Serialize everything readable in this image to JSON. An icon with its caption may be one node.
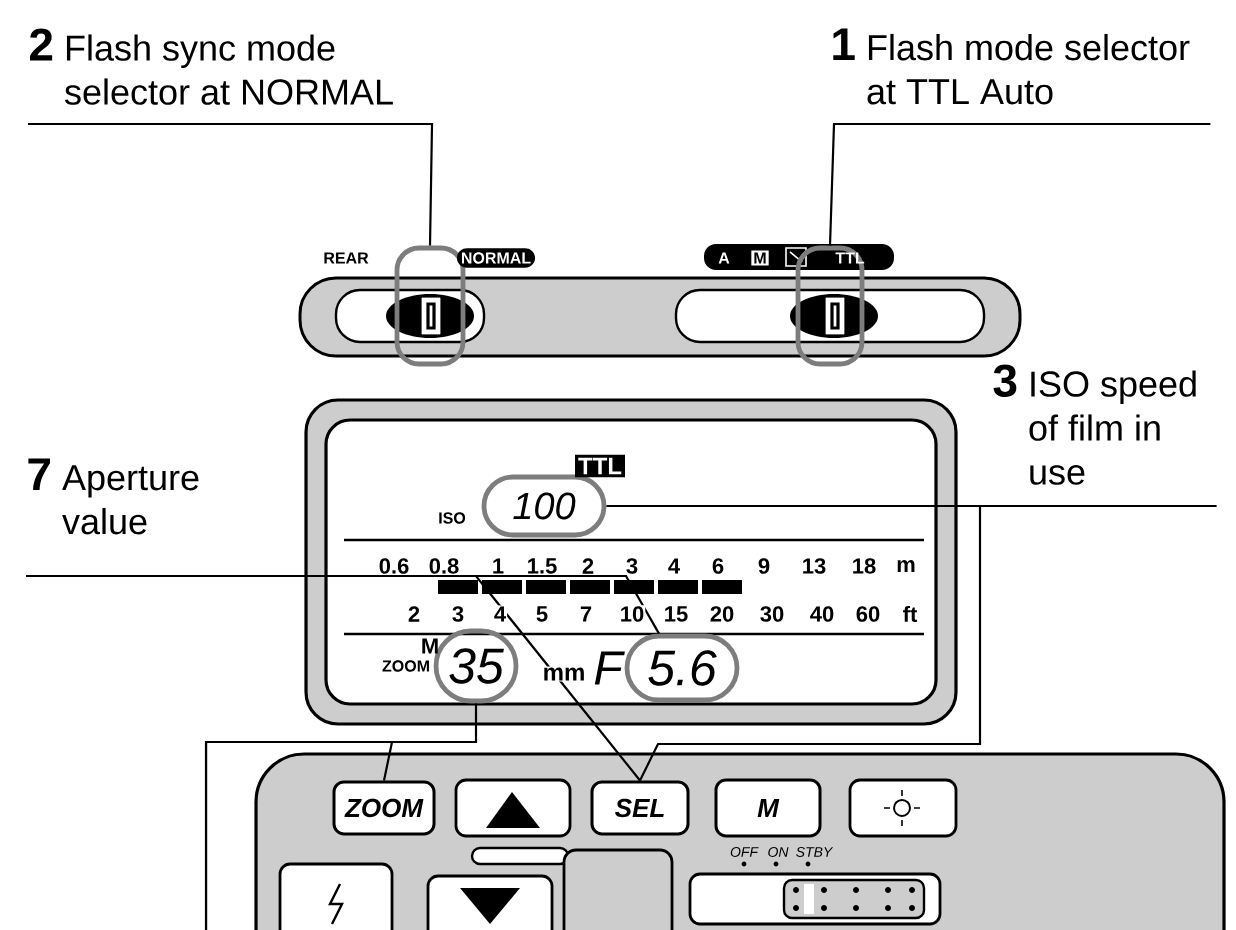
{
  "diagram": {
    "nodes": [
      {
        "text": [
          "2",
          "Flash sync mode selector at NORMAL"
        ]
      },
      {
        "text": [
          "1",
          "Flash mode selector at TTL Auto"
        ]
      },
      {
        "text": [],
        "shape": "box"
      },
      {
        "text": [],
        "shape": "box"
      },
      {
        "text": [
          "3",
          "ISO speed of film in use"
        ]
      },
      {
        "text": [
          "100"
        ]
      },
      {
        "text": [
          "7",
          "Aperture value"
        ]
      },
      {
        "text": [
          "5.6"
        ]
      },
      {
        "text": [
          "35"
        ]
      },
      {
        "text": [
          "ZOOM"
        ]
      },
      {
        "text": [
          "SEL"
        ]
      },
      {
        "text": [],
        "shape": "box"
      },
      {
        "text": [
          "M"
        ]
      },
      {
        "text": [],
        "shape": "box"
      },
      {
        "text": [],
        "shape": "box"
      },
      {
        "text": [],
        "shape": "box"
      }
    ],
    "edges": [
      {
        "from": 0,
        "to": 2,
        "arrow": "none"
      },
      {
        "from": 1,
        "to": 3,
        "arrow": "none"
      },
      {
        "from": 4,
        "to": 5,
        "arrow": "none"
      },
      {
        "from": 4,
        "to": 10,
        "arrow": "none"
      },
      {
        "from": 6,
        "to": 7,
        "arrow": "none"
      },
      {
        "from": 6,
        "to": 10,
        "arrow": "none"
      },
      {
        "from": null,
        "to": 8,
        "arrow": "none"
      },
      {
        "from": null,
        "to": 9,
        "arrow": "none"
      }
    ],
    "labels": [
      "REAR",
      "NORMAL",
      "A",
      "M",
      "TTL",
      "TTL",
      "ISO",
      "0.6",
      "0.8",
      "1",
      "1.5",
      "2",
      "3",
      "4",
      "6",
      "9",
      "13",
      "18",
      "m",
      "2",
      "3",
      "4",
      "5",
      "7",
      "10",
      "15",
      "20",
      "30",
      "40",
      "60",
      "ft",
      "M",
      "ZOOM",
      "mm",
      "F",
      "OFF",
      "ON",
      "STBY"
    ]
  }
}
